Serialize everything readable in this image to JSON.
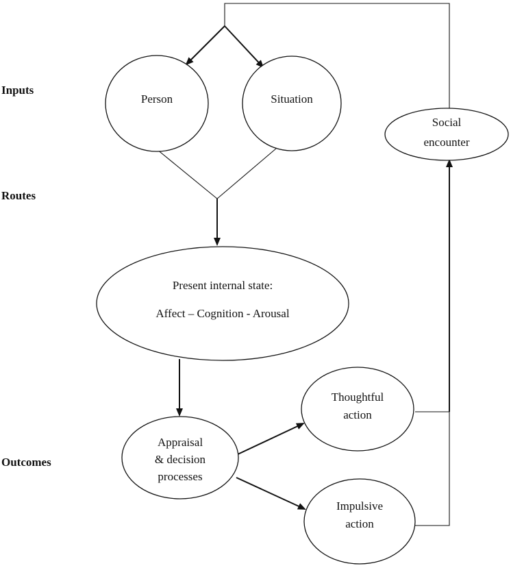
{
  "stages": {
    "inputs": "Inputs",
    "routes": "Routes",
    "outcomes": "Outcomes"
  },
  "nodes": {
    "person": [
      "Person"
    ],
    "situation": [
      "Situation"
    ],
    "social_encounter": [
      "Social",
      "encounter"
    ],
    "internal_state": [
      "Present internal state:",
      "Affect – Cognition - Arousal"
    ],
    "appraisal": [
      "Appraisal",
      "& decision",
      "processes"
    ],
    "thoughtful": [
      "Thoughtful",
      "action"
    ],
    "impulsive": [
      "Impulsive",
      "action"
    ]
  },
  "colors": {
    "line": "#111111",
    "fill": "#ffffff",
    "text": "#111111"
  }
}
